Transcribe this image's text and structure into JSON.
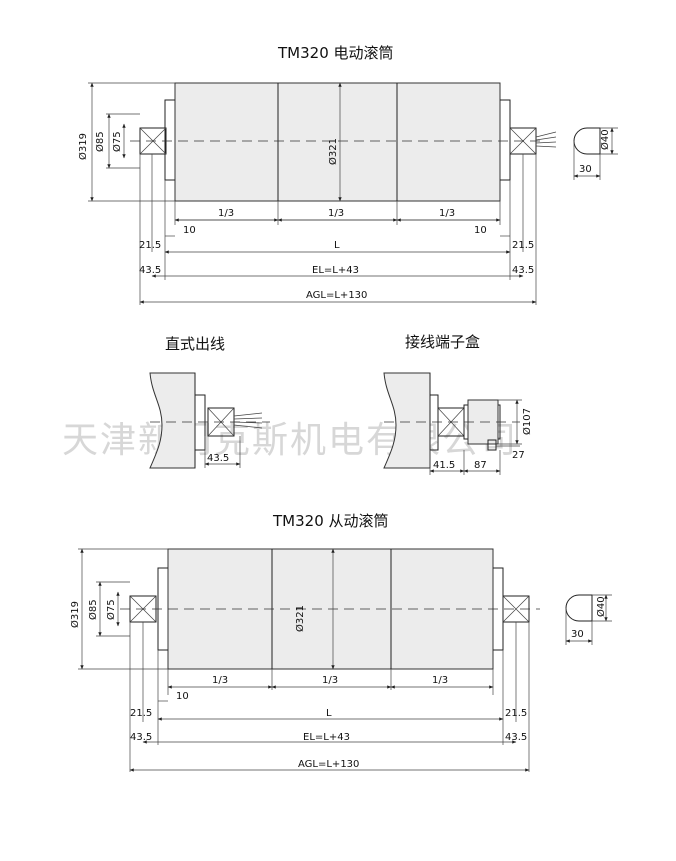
{
  "titles": {
    "top": "TM320 电动滚筒",
    "straight_outlet": "直式出线",
    "junction_box": "接线端子盒",
    "bottom": "TM320 从动滚筒"
  },
  "watermark": "天津新门克斯机电有限公司",
  "top_drawing": {
    "dia_shell": "Ø319",
    "dia_85": "Ø85",
    "dia_75": "Ø75",
    "dia_321": "Ø321",
    "dia_40": "Ø40",
    "flat_30": "30",
    "thirds": [
      "1/3",
      "1/3",
      "1/3"
    ],
    "gap_left": "10",
    "gap_right": "10",
    "bearing_left": "21.5",
    "bearing_right": "21.5",
    "length": "L",
    "shaft_left": "43.5",
    "shaft_right": "43.5",
    "el": "EL=L+43",
    "agl": "AGL=L+130"
  },
  "middle_drawing": {
    "straight_dim": "43.5",
    "box_dia": "Ø107",
    "box_27": "27",
    "box_415": "41.5",
    "box_87": "87"
  },
  "bottom_drawing": {
    "dia_shell": "Ø319",
    "dia_85": "Ø85",
    "dia_75": "Ø75",
    "dia_321": "Ø321",
    "dia_40": "Ø40",
    "flat_30": "30",
    "thirds": [
      "1/3",
      "1/3",
      "1/3"
    ],
    "gap_left": "10",
    "bearing_left": "21.5",
    "bearing_right": "21.5",
    "length": "L",
    "shaft_left": "43.5",
    "shaft_right": "43.5",
    "el": "EL=L+43",
    "agl": "AGL=L+130"
  }
}
